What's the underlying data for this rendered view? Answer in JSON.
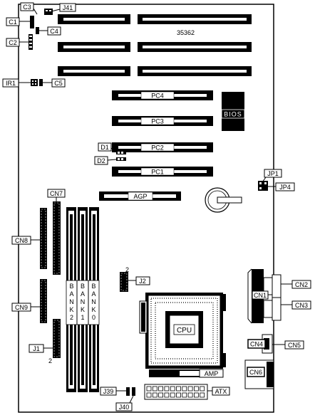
{
  "board_id": "35362",
  "labels": {
    "c1": "C1",
    "c2": "C2",
    "c3": "C3",
    "c4": "C4",
    "c5": "C5",
    "j41": "J41",
    "ir1": "IR1",
    "pc1": "PC1",
    "pc2": "PC2",
    "pc3": "PC3",
    "pc4": "PC4",
    "bios": "BIOS",
    "d1": "D1",
    "d2": "D2",
    "jp1": "JP1",
    "jp4": "JP4",
    "agp": "AGP",
    "cn1": "CN1",
    "cn2": "CN2",
    "cn3": "CN3",
    "cn4": "CN4",
    "cn5": "CN5",
    "cn6": "CN6",
    "cn7": "CN7",
    "cn8": "CN8",
    "cn9": "CN9",
    "j1": "J1",
    "j2": "J2",
    "j39": "J39",
    "j40": "J40",
    "j1_pin": "2",
    "j2_pin": "2",
    "cpu": "CPU",
    "amp": "AMP",
    "atx": "ATX"
  },
  "banks": [
    {
      "letters": [
        "B",
        "A",
        "N",
        "K",
        "2"
      ]
    },
    {
      "letters": [
        "B",
        "A",
        "N",
        "K",
        "1"
      ]
    },
    {
      "letters": [
        "B",
        "A",
        "N",
        "K",
        "0"
      ]
    }
  ]
}
